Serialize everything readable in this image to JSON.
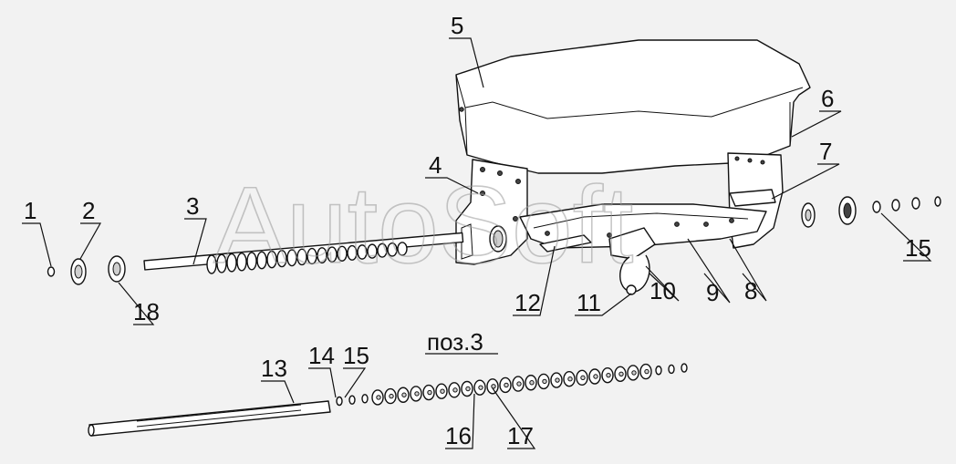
{
  "watermark": "AutoSoft",
  "callouts": {
    "c1": "1",
    "c2": "2",
    "c3": "3",
    "c4": "4",
    "c5": "5",
    "c6": "6",
    "c7": "7",
    "c8": "8",
    "c9": "9",
    "c10": "10",
    "c11": "11",
    "c12": "12",
    "c13": "13",
    "c14": "14",
    "c15a": "15",
    "c15b": "15",
    "c16": "16",
    "c17": "17",
    "c18": "18"
  },
  "detail_view": {
    "label": "поз.3"
  }
}
